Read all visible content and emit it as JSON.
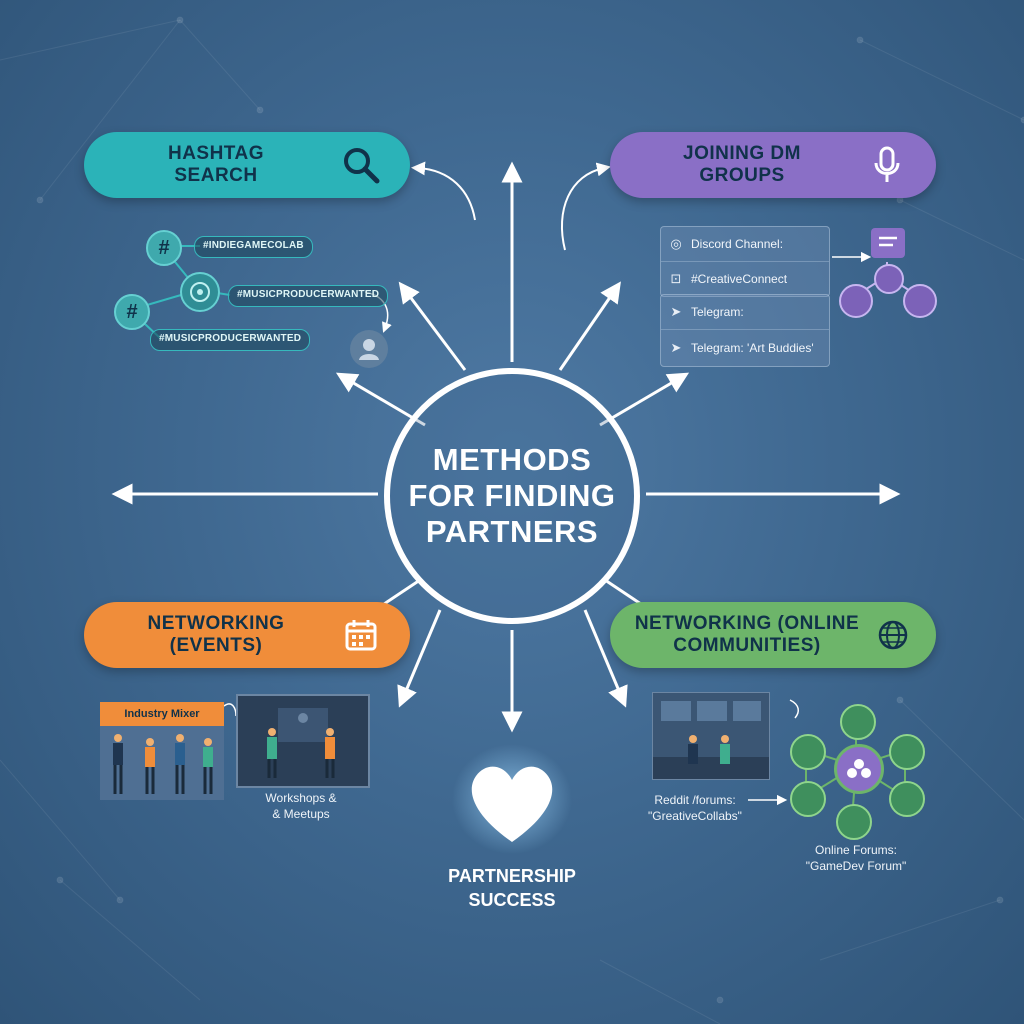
{
  "title": {
    "line1": "METHODS",
    "line2": "FOR FINDING",
    "line3": "PARTNERS"
  },
  "hashtag": {
    "line1": "HASHTAG",
    "line2": "SEARCH",
    "icon": "search-icon",
    "color": "#2bb3b8",
    "tags": [
      "#INDIEGAMECOLAB",
      "#MUSICPRODUCERWANTED",
      "#MUSICPRODUCERWANTED"
    ],
    "node_symbol": "#"
  },
  "dm": {
    "line1": "JOINING DM",
    "line2": "GROUPS",
    "icon": "microphone-icon",
    "color": "#8a6fc6",
    "card1": [
      "Discord Channel:",
      "#CreativeConnect"
    ],
    "card2": [
      "Telegram:",
      "Telegram: 'Art Buddies'"
    ]
  },
  "events": {
    "line1": "NETWORKING",
    "line2": "(EVENTS)",
    "icon": "calendar-icon",
    "color": "#f08d3a",
    "mixer_label": "Industry Mixer",
    "workshop_line1": "Workshops &",
    "workshop_line2": "& Meetups"
  },
  "online": {
    "line1": "NETWORKING (ONLINE",
    "line2": "COMMUNITIES)",
    "icon": "globe-icon",
    "color": "#6db56a",
    "reddit_line1": "Reddit /forums:",
    "reddit_line2": "\"GreativeCollabs\"",
    "forum_line1": "Online Forums:",
    "forum_line2": "\"GameDev Forum\""
  },
  "success": {
    "line1": "PARTNERSHIP",
    "line2": "SUCCESS"
  }
}
